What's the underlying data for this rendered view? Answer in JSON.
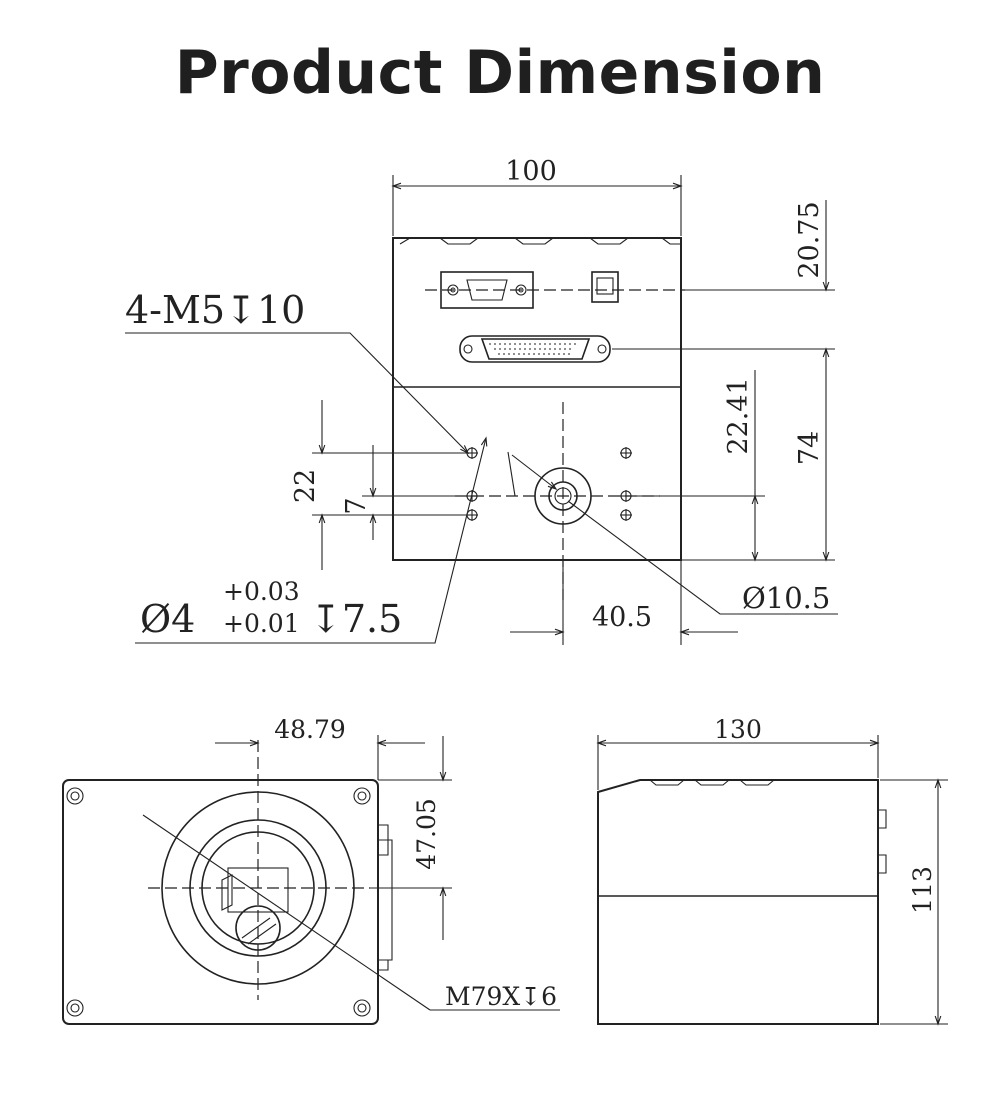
{
  "page": {
    "title": "Product Dimension"
  },
  "front_view": {
    "width": "100",
    "dim_top_offset": "20.75",
    "height_total": "74",
    "height_center": "22.41",
    "hole_spacing_outer": "22",
    "hole_spacing_inner": "7",
    "center_offset": "40.5",
    "bore_diameter": "Ø10.5",
    "thread_callout": "4-M5↧10",
    "pin_hole": {
      "dia": "Ø4",
      "tol_upper": "+0.03",
      "tol_lower": "+0.01",
      "depth": "↧7.5"
    }
  },
  "lens_view": {
    "mount_offset": "48.79",
    "mount_height": "47.05",
    "mount_thread": "M79X↧6"
  },
  "side_view": {
    "length": "130",
    "height": "113"
  }
}
